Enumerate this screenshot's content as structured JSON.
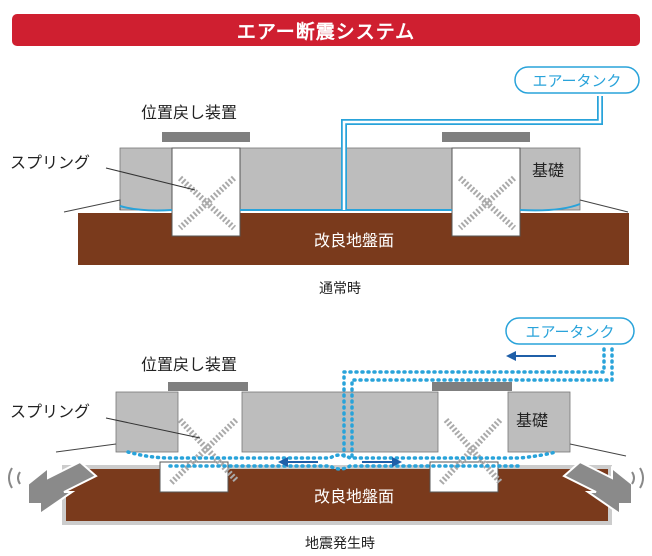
{
  "header": {
    "title": "エアー断震システム"
  },
  "colors": {
    "header_bg": "#cf1f30",
    "ground": "#7a3a1c",
    "foundation": "#bdbdbd",
    "plate": "#7f7f7f",
    "air": "#29a3da",
    "arrow": "#1f5fa8",
    "motion_arrow": "#777777"
  },
  "icons": [
    "spring-icon",
    "motion-arrow-icon",
    "airflow-arrow-icon"
  ],
  "normal": {
    "device_label": "位置戻し装置",
    "spring_label": "スプリング",
    "tank_label": "エアータンク",
    "foundation_label": "基礎",
    "ground_label": "改良地盤面",
    "caption": "通常時"
  },
  "quake": {
    "device_label": "位置戻し装置",
    "spring_label": "スプリング",
    "tank_label": "エアータンク",
    "foundation_label": "基礎",
    "ground_label": "改良地盤面",
    "caption": "地震発生時"
  }
}
